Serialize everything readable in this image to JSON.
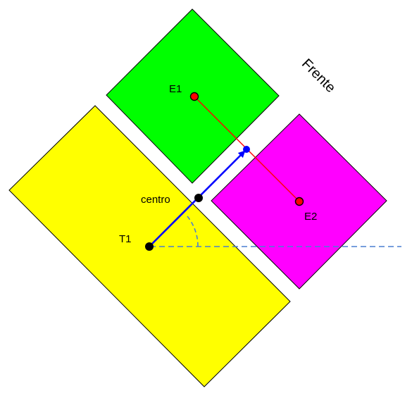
{
  "labels": {
    "front": "Frente",
    "e1": "E1",
    "e2": "E2",
    "center": "centro",
    "t1": "T1"
  },
  "colors": {
    "yellow_region": "#ffff00",
    "green_region": "#00ff00",
    "magenta_region": "#ff00ff",
    "vector": "#0000ff",
    "link_line": "#ff0000",
    "reference_dashes": "#4a7fd0",
    "point_red": "#ff0000",
    "point_black": "#000000",
    "point_blue": "#0000ff"
  },
  "icons": {
    "e1_marker": "red-dot",
    "e2_marker": "red-dot",
    "t1_marker": "black-dot",
    "center_marker": "black-dot",
    "vector_tip_marker": "blue-dot"
  }
}
